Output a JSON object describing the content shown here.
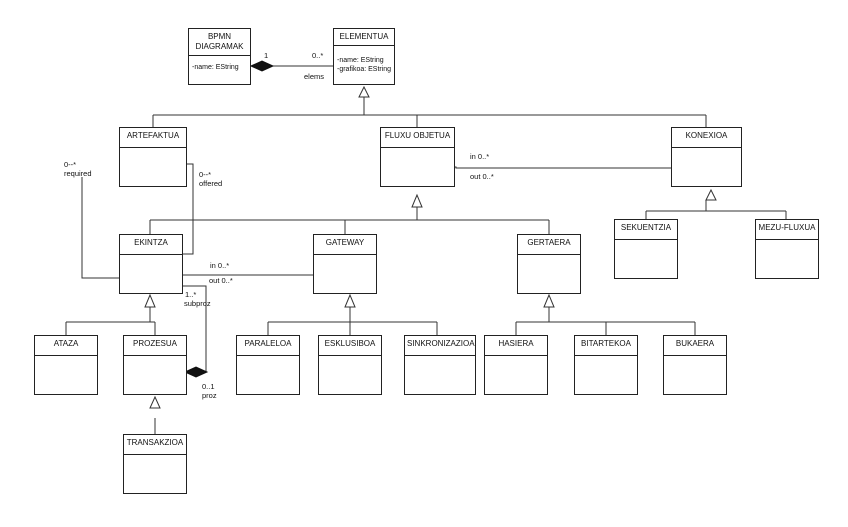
{
  "classes": {
    "bpmn": {
      "name": "BPMN\nDIAGRAMAK",
      "attrs": "-name: EString"
    },
    "elementua": {
      "name": "ELEMENTUA",
      "attrs": "-name: EString\n-grafikoa: EString"
    },
    "artefaktua": {
      "name": "ARTEFAKTUA"
    },
    "fluxu": {
      "name": "FLUXU OBJETUA"
    },
    "konexioa": {
      "name": "KONEXIOA"
    },
    "ekintza": {
      "name": "EKINTZA"
    },
    "gateway": {
      "name": "GATEWAY"
    },
    "gertaera": {
      "name": "GERTAERA"
    },
    "sekuentzia": {
      "name": "SEKUENTZIA"
    },
    "mezu": {
      "name": "MEZU-FLUXUA"
    },
    "ataza": {
      "name": "ATAZA"
    },
    "prozesua": {
      "name": "PROZESUA"
    },
    "paraleloa": {
      "name": "PARALELOA"
    },
    "esklusiboa": {
      "name": "ESKLUSIBOA"
    },
    "sinkronizazioa": {
      "name": "SINKRONIZAZIOA"
    },
    "hasiera": {
      "name": "HASIERA"
    },
    "bitartekoa": {
      "name": "BITARTEKOA"
    },
    "bukaera": {
      "name": "BUKAERA"
    },
    "transakzioa": {
      "name": "TRANSAKZIOA"
    }
  },
  "labels": {
    "elems_mult_src": "1",
    "elems_mult_dst": "0..*",
    "elems_role": "elems",
    "required_mult": "0--*",
    "required_role": "required",
    "offered_mult": "0--*",
    "offered_role": "offered",
    "konexio_in": "in 0..*",
    "konexio_out": "out 0..*",
    "gateway_in": "in 0..*",
    "gateway_out": "out 0..*",
    "subproz_mult": "1..*",
    "subproz_role": "subproz",
    "proz_mult": "0..1",
    "proz_role": "proz"
  }
}
